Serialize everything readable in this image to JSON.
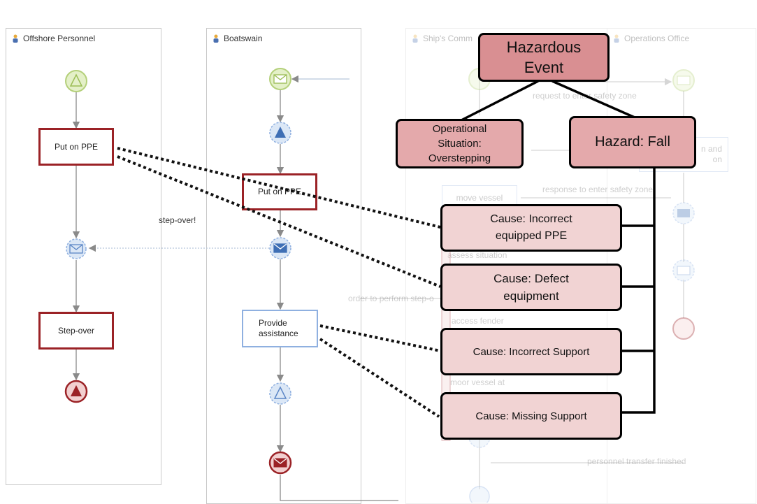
{
  "lanes": {
    "offshore_personnel": "Offshore Personnel",
    "boatswain": "Boatswain",
    "ships_commander": "Ship's Comm",
    "operations_office": "Operations Office"
  },
  "tasks": {
    "put_on_ppe_left": "Put on PPE",
    "step_over": "Step-over",
    "put_on_ppe_boatswain": "Put on PPE",
    "provide_assistance": "Provide assistance",
    "move_vessel": "move vessel",
    "assess_situation": "assess situation",
    "access_fender": "access fender",
    "moor_vessel": "moor vessel at",
    "ops_task": "n and\non"
  },
  "flow_labels": {
    "step_over_signal": "step-over!",
    "order_to_perform": "order to perform step-o",
    "request_safety_zone": "request to enter safety zone",
    "response_safety_zone": "response to enter safety zone",
    "transfer_finished": "personnel transfer finished"
  },
  "hazard_tree": {
    "event": "Hazardous Event",
    "situation": "Operational Situation: Overstepping",
    "hazard": "Hazard: Fall",
    "causes": [
      "Cause: Incorrect equipped PPE",
      "Cause: Defect equipment",
      "Cause: Incorrect Support",
      "Cause: Missing Support"
    ]
  },
  "colors": {
    "hazard_dark": "#d98f92",
    "hazard_mid": "#e4a9ab",
    "hazard_light": "#f1d3d3",
    "task_red_border": "#9b2226",
    "event_green": "#d8eab0",
    "event_blue": "#c9dcf2"
  }
}
